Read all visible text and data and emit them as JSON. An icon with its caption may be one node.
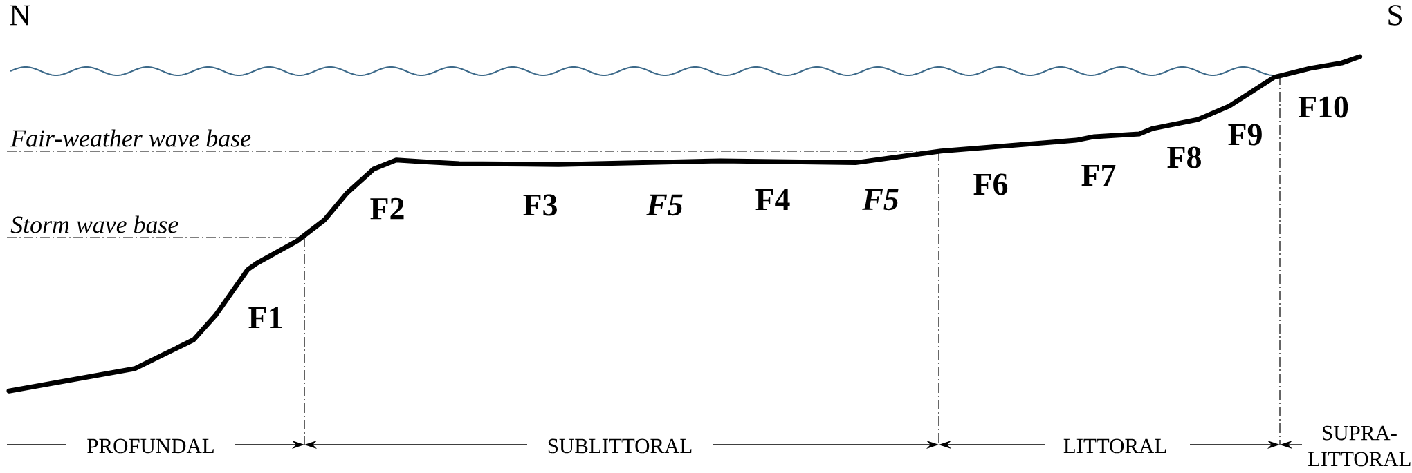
{
  "diagram": {
    "labels": [
      "N",
      "S",
      "F10",
      "Fair-weather wave base",
      "F8",
      "F9",
      "F7",
      "F6",
      "Storm wave base",
      "F2",
      "F3",
      "F5",
      "F4",
      "F5",
      "F1",
      "PROFUNDAL",
      "SUBLITTORAL",
      "LITTORAL",
      "SUPRA- LITTORAL"
    ]
  }
}
